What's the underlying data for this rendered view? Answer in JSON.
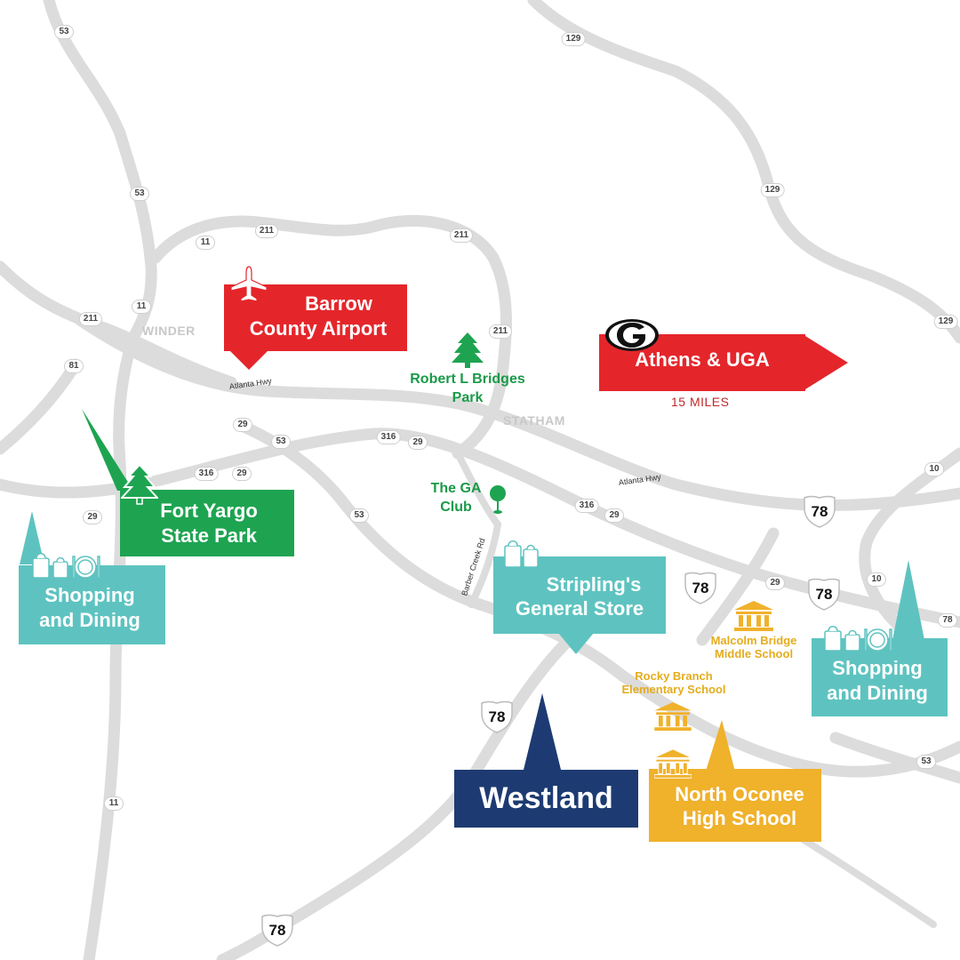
{
  "colors": {
    "road": "#dcdcdc",
    "red": "#e4262b",
    "green": "#1ea451",
    "teal": "#5ec3c0",
    "navy": "#1d3b72",
    "gold": "#f0b12b"
  },
  "towns": {
    "winder": "WINDER",
    "statham": "STATHAM"
  },
  "road_names": {
    "atlanta_hwy_1": "Atlanta Hwy",
    "atlanta_hwy_2": "Atlanta Hwy",
    "barber_creek": "Barber Creek Rd"
  },
  "route_markers": [
    "53",
    "129",
    "53",
    "129",
    "211",
    "211",
    "11",
    "211",
    "11",
    "129",
    "81",
    "211",
    "29",
    "53",
    "316",
    "29",
    "316",
    "29",
    "10",
    "29",
    "53",
    "316",
    "29",
    "10",
    "29",
    "78",
    "11",
    "53"
  ],
  "shields": [
    "78",
    "78",
    "78",
    "78",
    "78"
  ],
  "labels": {
    "airport": "Barrow County Airport",
    "airport_l1": "Barrow",
    "airport_l2": "County Airport",
    "athens": "Athens & UGA",
    "athens_distance": "15 MILES",
    "robert_park_l1": "Robert L Bridges",
    "robert_park_l2": "Park",
    "ga_club_l1": "The GA",
    "ga_club_l2": "Club",
    "fort_yargo_l1": "Fort Yargo",
    "fort_yargo_l2": "State Park",
    "shopping_left_l1": "Shopping",
    "shopping_left_l2": "and Dining",
    "stripling_l1": "Stripling's",
    "stripling_l2": "General Store",
    "malcolm_l1": "Malcolm Bridge",
    "malcolm_l2": "Middle School",
    "rocky_l1": "Rocky Branch",
    "rocky_l2": "Elementary School",
    "shopping_right_l1": "Shopping",
    "shopping_right_l2": "and Dining",
    "westland": "Westland",
    "north_oconee_l1": "North Oconee",
    "north_oconee_l2": "High School"
  },
  "icons": [
    "airplane-icon",
    "tree-icon",
    "tree-icon",
    "golf-pin-icon",
    "georgia-g-logo",
    "shopping-bag-icon",
    "school-icon"
  ]
}
